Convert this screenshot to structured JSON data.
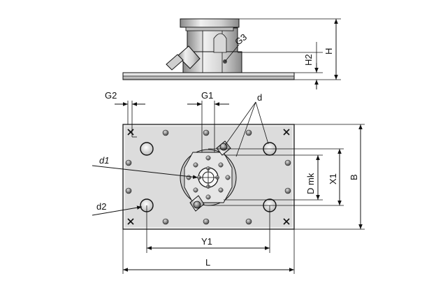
{
  "labels": {
    "g3": "G3",
    "h": "H",
    "h2": "H2",
    "g2": "G2",
    "g1": "G1",
    "d": "d",
    "d1": "d1",
    "d2": "d2",
    "dmk": "D mk",
    "x1": "X1",
    "b": "B",
    "y1": "Y1",
    "l": "L"
  },
  "colors": {
    "line": "#111111",
    "plate_light": "#e6e6e6",
    "plate_mid": "#cfcfcf",
    "plate_dark": "#9a9a9a",
    "metal_light": "#f2f2f2",
    "metal_dark": "#7a7a7a"
  }
}
